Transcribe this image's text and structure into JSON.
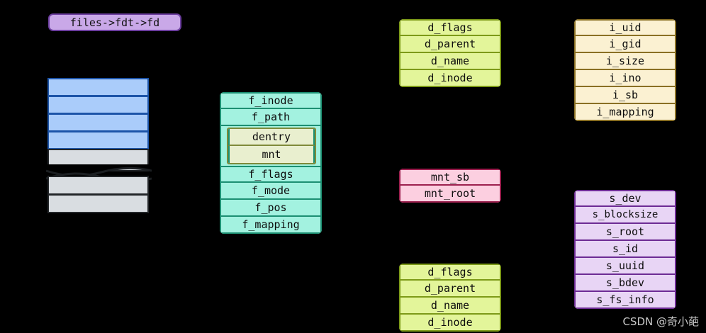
{
  "diagram": {
    "title_tag": "files->fdt->fd",
    "background_color": "#000000",
    "watermark": "CSDN @奇小葩"
  },
  "fd_array": {
    "name": "fd-array",
    "accent_blue": "#aaccfa",
    "accent_blue_border": "#1c54a8",
    "accent_gray": "#d9dde1",
    "accent_gray_border": "#222528",
    "cells": [
      {
        "index": 0,
        "kind": "blue",
        "label": ""
      },
      {
        "index": 1,
        "kind": "blue",
        "label": ""
      },
      {
        "index": 2,
        "kind": "blue",
        "label": ""
      },
      {
        "index": 3,
        "kind": "blue",
        "label": ""
      },
      {
        "index": 4,
        "kind": "gray",
        "label": ""
      },
      {
        "index": 5,
        "kind": "gray",
        "label": ""
      },
      {
        "index": 6,
        "kind": "gray",
        "label": ""
      }
    ]
  },
  "struct_file": {
    "name": "struct-file",
    "color": "#a3f2e0",
    "border_color": "#1c8f72",
    "fields": [
      {
        "label": "f_inode"
      },
      {
        "label": "f_path"
      },
      {
        "label": "f_flags"
      },
      {
        "label": "f_mode"
      },
      {
        "label": "f_pos"
      },
      {
        "label": "f_mapping"
      }
    ],
    "nested": {
      "name": "struct-path",
      "color": "#e9efcf",
      "border_color": "#7f8a3a",
      "fields": [
        {
          "label": "dentry"
        },
        {
          "label": "mnt"
        }
      ]
    }
  },
  "dentry_top": {
    "name": "struct-dentry-top",
    "color": "#e3f59a",
    "border_color": "#7d9a18",
    "fields": [
      {
        "label": "d_flags"
      },
      {
        "label": "d_parent"
      },
      {
        "label": "d_name"
      },
      {
        "label": "d_inode"
      }
    ]
  },
  "dentry_bottom": {
    "name": "struct-dentry-bottom",
    "color": "#e3f59a",
    "border_color": "#7d9a18",
    "fields": [
      {
        "label": "d_flags"
      },
      {
        "label": "d_parent"
      },
      {
        "label": "d_name"
      },
      {
        "label": "d_inode"
      }
    ]
  },
  "struct_inode": {
    "name": "struct-inode",
    "color": "#fbf1d2",
    "border_color": "#8a7024",
    "fields": [
      {
        "label": "i_uid"
      },
      {
        "label": "i_gid"
      },
      {
        "label": "i_size"
      },
      {
        "label": "i_ino"
      },
      {
        "label": "i_sb"
      },
      {
        "label": "i_mapping"
      }
    ]
  },
  "struct_vfsmount": {
    "name": "struct-vfsmount",
    "color": "#fccfe0",
    "border_color": "#9c1f4e",
    "fields": [
      {
        "label": "mnt_sb"
      },
      {
        "label": "mnt_root"
      }
    ]
  },
  "struct_super_block": {
    "name": "struct-super-block",
    "color": "#e8d5f5",
    "border_color": "#6d2b94",
    "fields": [
      {
        "label": "s_dev"
      },
      {
        "label": "s_blocksize"
      },
      {
        "label": "s_root"
      },
      {
        "label": "s_id"
      },
      {
        "label": "s_uuid"
      },
      {
        "label": "s_bdev"
      },
      {
        "label": "s_fs_info"
      }
    ]
  }
}
